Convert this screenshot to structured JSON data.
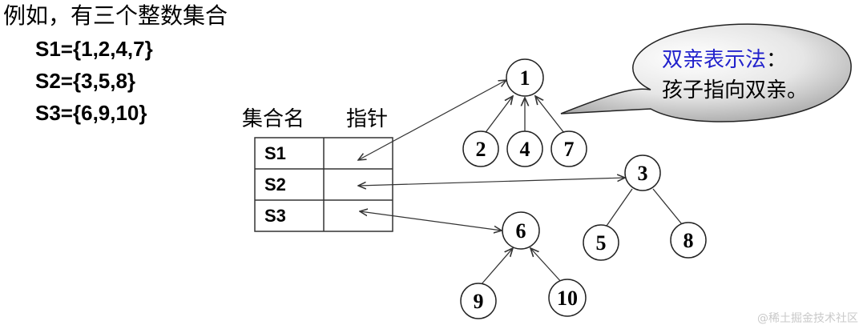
{
  "intro": "例如，有三个整数集合",
  "sets": [
    {
      "text": "S1={1,2,4,7}"
    },
    {
      "text": "S2={3,5,8}"
    },
    {
      "text": "S3={6,9,10}"
    }
  ],
  "table": {
    "header_name": "集合名",
    "header_pointer": "指针",
    "rows": [
      "S1",
      "S2",
      "S3"
    ]
  },
  "callout": {
    "title": "双亲表示法",
    "colon": "：",
    "body": "孩子指向双亲。",
    "title_color": "#2222cc"
  },
  "nodes": {
    "n1": "1",
    "n2": "2",
    "n4": "4",
    "n7": "7",
    "n3": "3",
    "n5": "5",
    "n8": "8",
    "n6": "6",
    "n9": "9",
    "n10": "10"
  },
  "watermark": "@稀土掘金技术社区"
}
